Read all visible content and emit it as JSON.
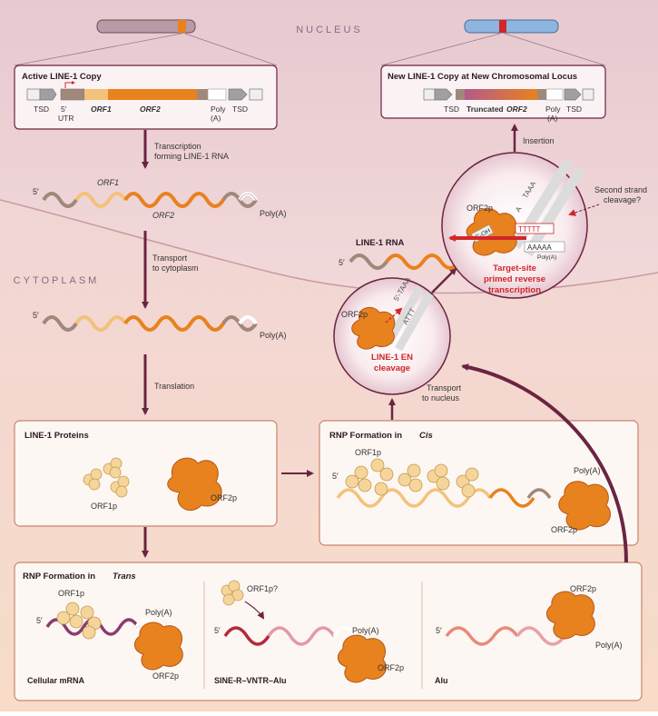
{
  "nucleus_label": "NUCLEUS",
  "cytoplasm_label": "CYTOPLASM",
  "active_copy": {
    "title": "Active LINE-1 Copy",
    "tsd_left": "TSD",
    "utr_5": "5′",
    "utr_word": "UTR",
    "orf1": "ORF1",
    "orf2": "ORF2",
    "poly": "Poly",
    "poly_a": "(A)",
    "tsd_right": "TSD"
  },
  "new_copy": {
    "title": "New LINE-1 Copy at New Chromosomal Locus",
    "tsd_left": "TSD",
    "truncated": "Truncated",
    "orf2": "ORF2",
    "poly": "Poly",
    "poly_a": "(A)",
    "tsd_right": "TSD"
  },
  "steps": {
    "transcription_1": "Transcription",
    "transcription_2": "forming LINE-1 RNA",
    "transport_cyto_1": "Transport",
    "transport_cyto_2": "to cytoplasm",
    "translation": "Translation",
    "transport_nuc_1": "Transport",
    "transport_nuc_2": "to nucleus",
    "insertion": "Insertion"
  },
  "rna1": {
    "five": "5′",
    "orf1": "ORF1",
    "orf2": "ORF2",
    "polya": "Poly(A)"
  },
  "rna2": {
    "five": "5′",
    "polya": "Poly(A)"
  },
  "line1_rna": {
    "label": "LINE-1 RNA",
    "five": "5′"
  },
  "en_circle": {
    "orf2p": "ORF2p",
    "seq_top": "5′-TAAA",
    "seq_bottom": "ATTT",
    "title_1": "LINE-1 EN",
    "title_2": "cleavage"
  },
  "tprt_circle": {
    "orf2p": "ORF2p",
    "oh": "3′-OH",
    "seq_top": "TAAA",
    "seq_top2": "A",
    "tttt": "TTTTT",
    "aaaaa": "AAAAA",
    "polya": "Poly(A)",
    "second_1": "Second strand",
    "second_2": "cleavage?",
    "title_1": "Target-site",
    "title_2": "primed reverse",
    "title_3": "transcription"
  },
  "proteins_box": {
    "title": "LINE-1 Proteins",
    "orf1p": "ORF1p",
    "orf2p": "ORF2p"
  },
  "cis_box": {
    "title_prefix": "RNP Formation in ",
    "title_italic": "Cis",
    "orf1p": "ORF1p",
    "five": "5′",
    "polya": "Poly(A)",
    "orf2p": "ORF2p"
  },
  "trans_box": {
    "title_prefix": "RNP Formation in ",
    "title_italic": "Trans",
    "p1": {
      "orf1p": "ORF1p",
      "five": "5′",
      "polya": "Poly(A)",
      "orf2p": "ORF2p",
      "label": "Cellular mRNA"
    },
    "p2": {
      "orf1p": "ORF1p?",
      "five": "5′",
      "polya": "Poly(A)",
      "orf2p": "ORF2p",
      "label": "SINE-R–VNTR–Alu"
    },
    "p3": {
      "orf2p": "ORF2p",
      "five": "5′",
      "polya": "Poly(A)",
      "label": "Alu"
    }
  },
  "colors": {
    "accent_red": "#d1262b",
    "orf2_orange": "#e8821e",
    "orf1_yellow": "#f3c27a",
    "arrow_purple": "#6b2442",
    "box_border": "#c8856a"
  }
}
